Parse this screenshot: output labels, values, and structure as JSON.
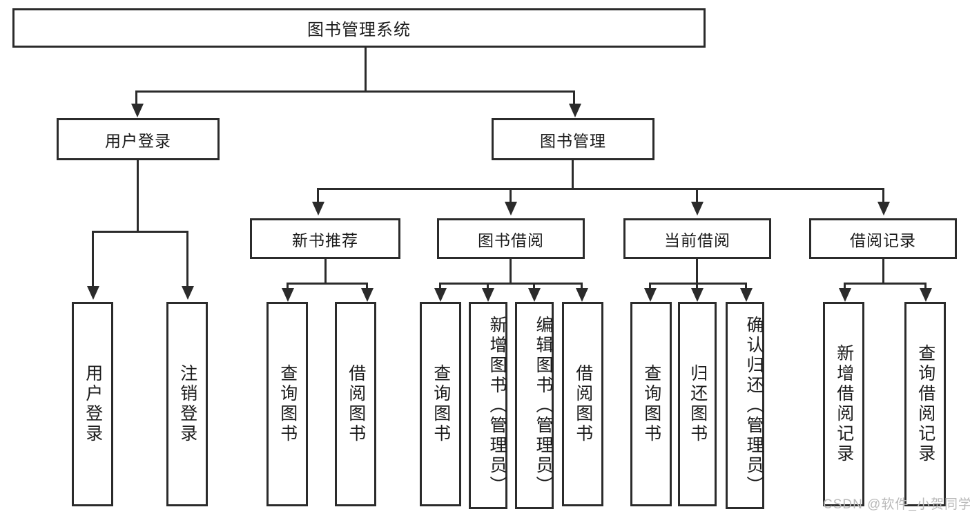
{
  "diagram": {
    "title": "图书管理系统",
    "type": "hierarchy-tree",
    "levels": 4
  },
  "root": {
    "label": "图书管理系统"
  },
  "level2": [
    {
      "label": "用户登录"
    },
    {
      "label": "图书管理"
    }
  ],
  "level3": [
    {
      "label": "新书推荐"
    },
    {
      "label": "图书借阅"
    },
    {
      "label": "当前借阅"
    },
    {
      "label": "借阅记录"
    }
  ],
  "leaves": {
    "user_login": [
      {
        "label": "用户登录"
      },
      {
        "label": "注销登录"
      }
    ],
    "new_book_recommend": [
      {
        "label": "查询图书"
      },
      {
        "label": "借阅图书"
      }
    ],
    "book_borrow": [
      {
        "label": "查询图书"
      },
      {
        "label": "新增图书（管理员）"
      },
      {
        "label": "编辑图书（管理员）"
      },
      {
        "label": "借阅图书"
      }
    ],
    "current_borrow": [
      {
        "label": "查询图书"
      },
      {
        "label": "归还图书"
      },
      {
        "label": "确认归还（管理员）"
      }
    ],
    "borrow_record": [
      {
        "label": "新增借阅记录"
      },
      {
        "label": "查询借阅记录"
      }
    ]
  },
  "watermark": {
    "text": "CSDN @软件_小贺同学"
  },
  "colors": {
    "stroke": "#2b2b2b",
    "fill": "#ffffff",
    "text": "#1b1b1b",
    "watermark": "#b9b9b9"
  }
}
